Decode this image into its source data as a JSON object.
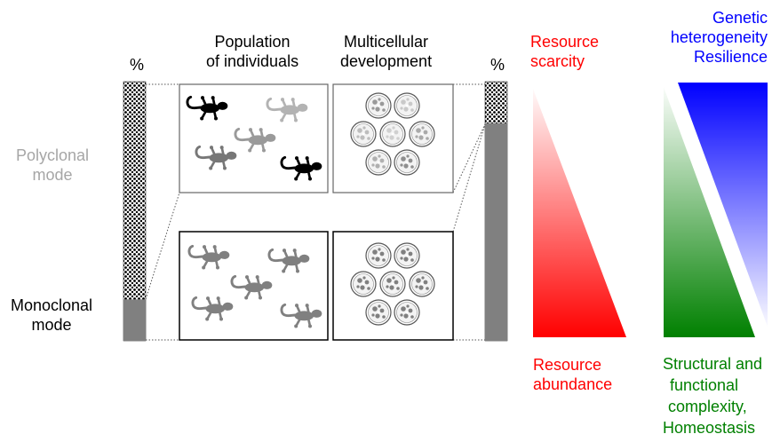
{
  "headers": {
    "population": [
      "Population",
      "of individuals"
    ],
    "multicellular": [
      "Multicellular",
      "development"
    ],
    "percent_left": "%",
    "percent_right": "%"
  },
  "modes": {
    "polyclonal": [
      "Polyclonal",
      "mode"
    ],
    "monoclonal": [
      "Monoclonal",
      "mode"
    ]
  },
  "resource": {
    "top": [
      "Resource",
      "scarcity"
    ],
    "bottom": [
      "Resource",
      "abundance"
    ]
  },
  "outcome": {
    "top": [
      "Genetic",
      "heterogeneity",
      "Resilience"
    ],
    "bottom": [
      "Structural and",
      "functional",
      "complexity,",
      "Homeostasis"
    ]
  },
  "bars": {
    "left_monoclonal_fraction": 0.16,
    "right_monoclonal_fraction": 0.84
  },
  "colors": {
    "polyclonal_text": "#a6a6a6",
    "monoclonal_text": "#000000",
    "resource": "#ff0000",
    "heterogeneity": "#0000ff",
    "complexity": "#008000",
    "bar_fill": "#808080"
  },
  "icons": {
    "organism": "gecko-icon",
    "colony": "cell-cluster-icon"
  }
}
